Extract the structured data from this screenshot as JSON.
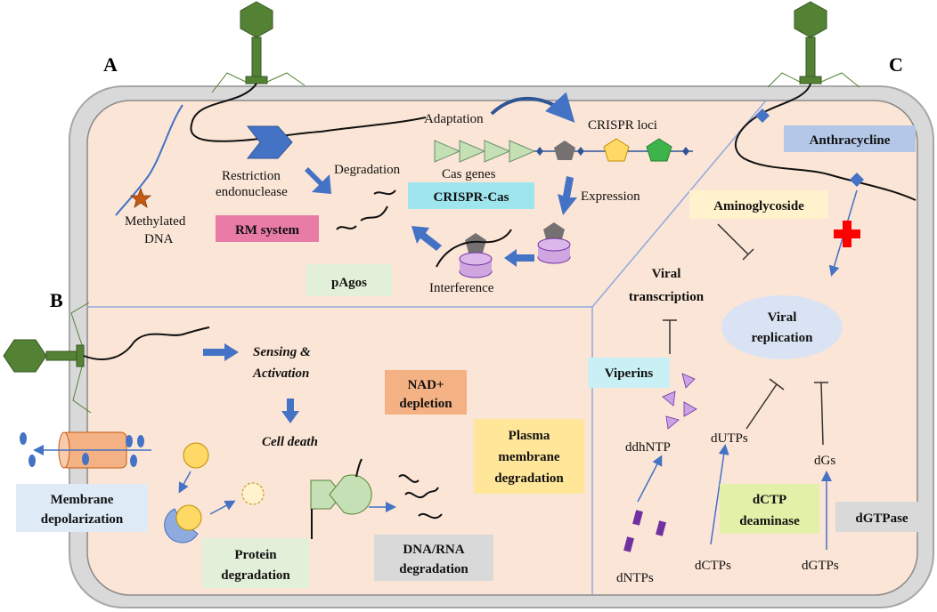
{
  "panels": {
    "a": "A",
    "b": "B",
    "c": "C"
  },
  "colors": {
    "cell_fill": "#fbe5d6",
    "cell_border": "#a6a6a6",
    "phage_green": "#548235",
    "arrow_blue": "#4472c4",
    "rm_box": "#e87ca6",
    "crispr_box": "#9ee5ee",
    "pagos_box": "#e2efd9",
    "nad_box": "#f4b183",
    "plasma_box": "#ffe699",
    "membrane_box": "#deebf7",
    "protein_box": "#e2efd9",
    "dna_box": "#d9d9d9",
    "anthra_box": "#b4c7e7",
    "amino_box": "#fff2cc",
    "viperin_box": "#c9f1f5",
    "dctp_box": "#e2f0a8",
    "dgtpase_box": "#d9d9d9",
    "replication_ellipse": "#dae3f3"
  },
  "panel_a": {
    "methylated_dna": [
      "Methylated",
      "DNA"
    ],
    "restriction": [
      "Restriction",
      "endonuclease"
    ],
    "degradation": "Degradation",
    "rm_system": "RM system",
    "adaptation": "Adaptation",
    "crispr_loci": "CRISPR loci",
    "cas_genes": "Cas genes",
    "crispr_cas": "CRISPR-Cas",
    "expression": "Expression",
    "pagos": "pAgos",
    "interference": "Interference"
  },
  "panel_b": {
    "sensing": [
      "Sensing &",
      "Activation"
    ],
    "cell_death": "Cell death",
    "nad": [
      "NAD+",
      "depletion"
    ],
    "plasma": [
      "Plasma",
      "membrane",
      "degradation"
    ],
    "membrane": [
      "Membrane",
      "depolarization"
    ],
    "protein": [
      "Protein",
      "degradation"
    ],
    "dna_rna": [
      "DNA/RNA",
      "degradation"
    ]
  },
  "panel_c": {
    "anthracycline": "Anthracycline",
    "aminoglycoside": "Aminoglycoside",
    "viral_transcription": [
      "Viral",
      "transcription"
    ],
    "viral_replication": [
      "Viral",
      "replication"
    ],
    "viperins": "Viperins",
    "ddhntp": "ddhNTP",
    "dutps": "dUTPs",
    "dgs": "dGs",
    "dctp_deaminase": [
      "dCTP",
      "deaminase"
    ],
    "dgtpase": "dGTPase",
    "dntps": "dNTPs",
    "dctps": "dCTPs",
    "dgtps": "dGTPs"
  }
}
